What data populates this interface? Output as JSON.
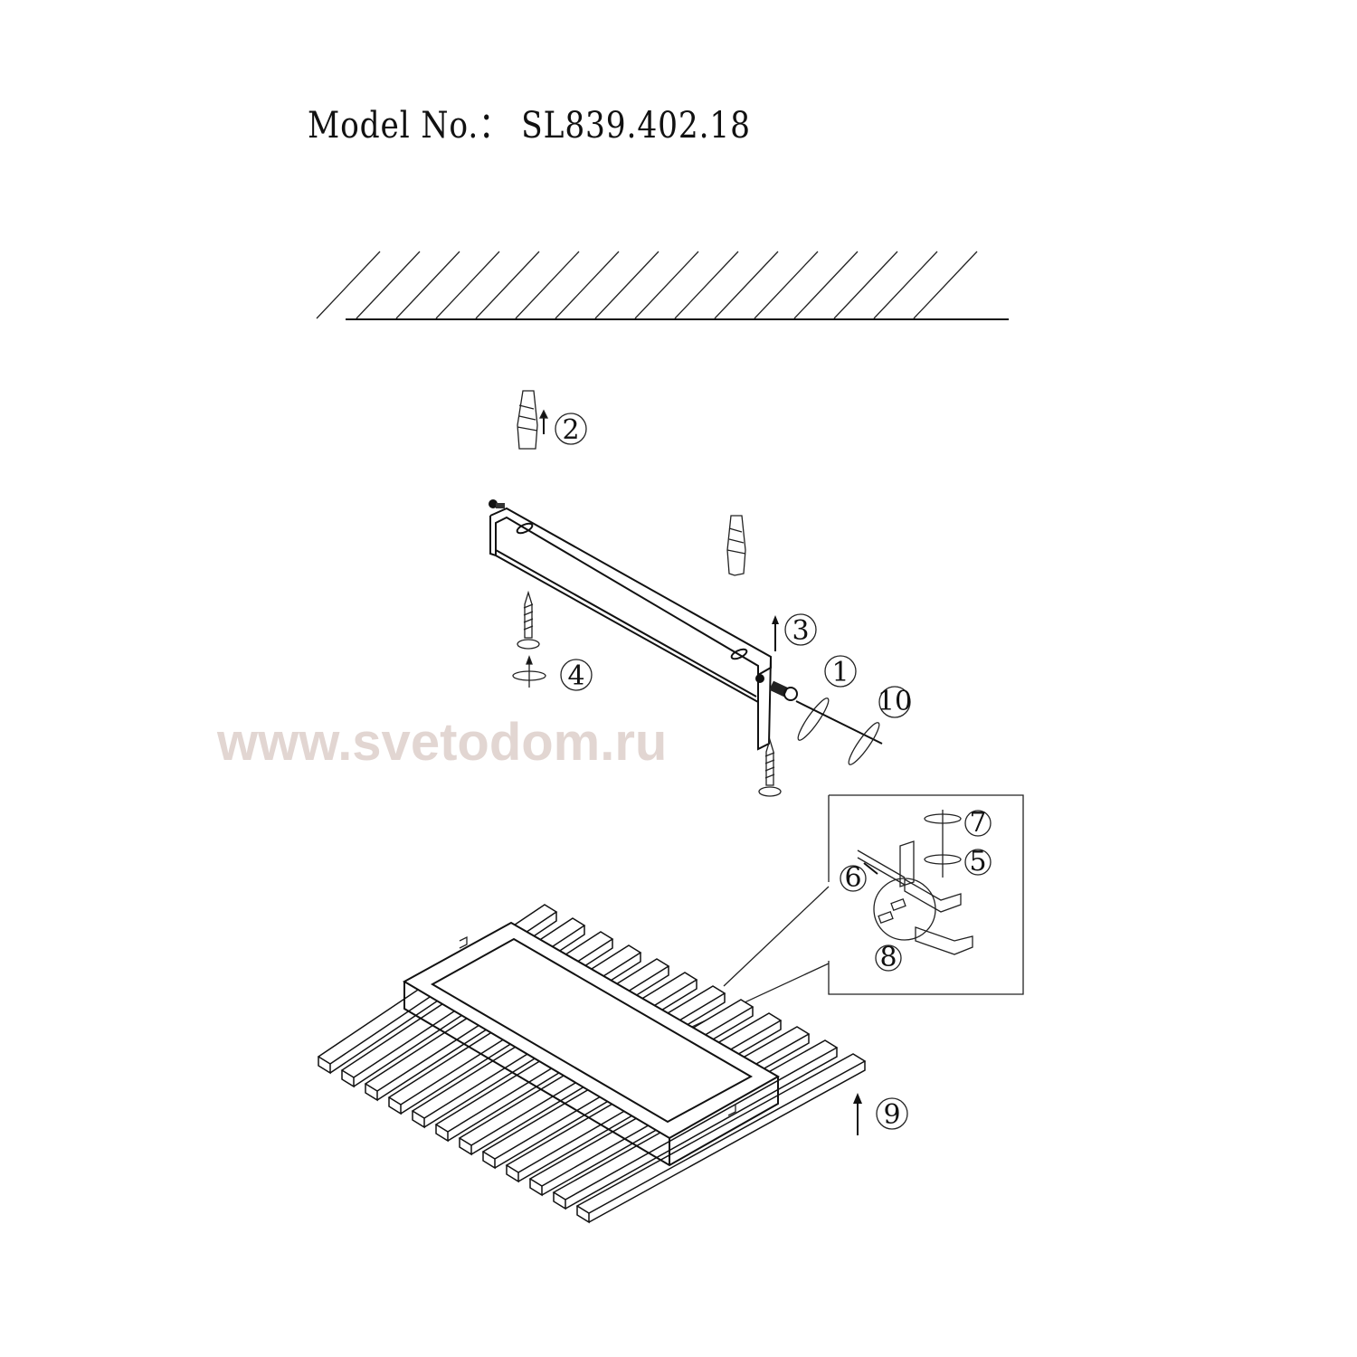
{
  "title": "Model No.： SL839.402.18",
  "watermark": "www.svetodom.ru",
  "steps": {
    "s1": "1",
    "s2": "2",
    "s3": "3",
    "s4": "4",
    "s5": "5",
    "s6": "6",
    "s7": "7",
    "s8": "8",
    "s9": "9",
    "s10": "10"
  },
  "colors": {
    "line": "#111111",
    "watermark": "#d9c9c4"
  }
}
